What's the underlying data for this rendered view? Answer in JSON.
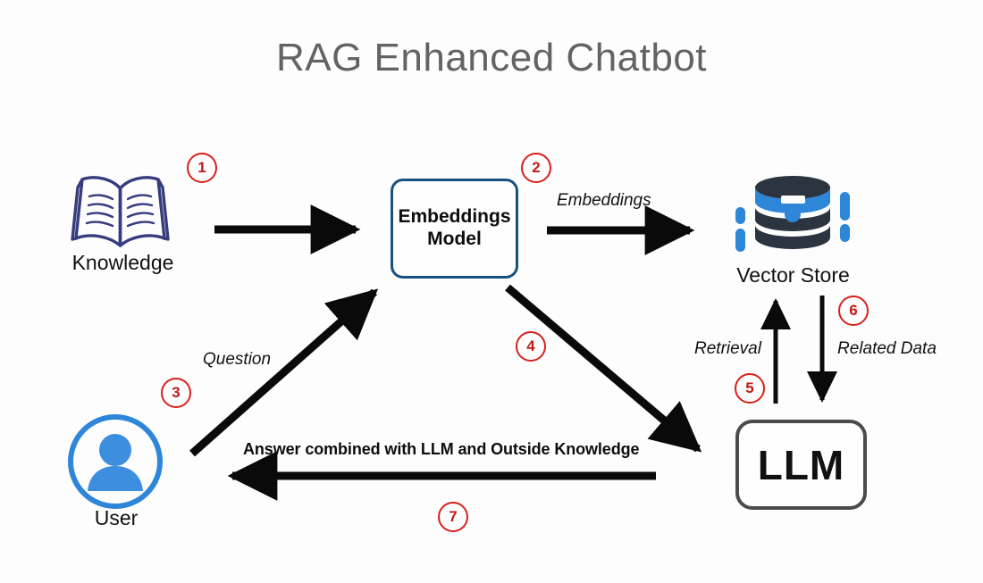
{
  "title": "RAG Enhanced Chatbot",
  "colors": {
    "background": "#fdfdfd",
    "title": "#636363",
    "badge_red": "#D8201B",
    "embeddings_border": "#16527E",
    "llm_border": "#4B4B4B",
    "book_navy": "#363C7E",
    "db_dark": "#2C3440",
    "db_blue": "#2E86D9",
    "user_blue": "#2E86D9",
    "arrow_black": "#0a0a0a"
  },
  "nodes": {
    "knowledge": {
      "label": "Knowledge",
      "icon": "open-book-icon"
    },
    "embeddings_model": {
      "label": "Embeddings\nModel",
      "line1": "Embeddings",
      "line2": "Model"
    },
    "vector_store": {
      "label": "Vector Store",
      "icon": "database-icon"
    },
    "llm": {
      "label": "LLM"
    },
    "user": {
      "label": "User",
      "icon": "user-avatar-icon"
    }
  },
  "edges": [
    {
      "id": 1,
      "label": "",
      "from": "knowledge",
      "to": "embeddings_model",
      "direction": "right"
    },
    {
      "id": 2,
      "label": "Embeddings",
      "from": "embeddings_model",
      "to": "vector_store",
      "direction": "right"
    },
    {
      "id": 3,
      "label": "Question",
      "from": "user",
      "to": "embeddings_model",
      "direction": "up-right"
    },
    {
      "id": 4,
      "label": "",
      "from": "embeddings_model",
      "to": "llm",
      "direction": "down-right"
    },
    {
      "id": 5,
      "label": "Retrieval",
      "from": "llm",
      "to": "vector_store",
      "direction": "up"
    },
    {
      "id": 6,
      "label": "Related Data",
      "from": "vector_store",
      "to": "llm",
      "direction": "down"
    },
    {
      "id": 7,
      "label": "Answer combined with LLM and Outside Knowledge",
      "from": "llm",
      "to": "user",
      "direction": "left"
    }
  ],
  "badges": {
    "b1": "1",
    "b2": "2",
    "b3": "3",
    "b4": "4",
    "b5": "5",
    "b6": "6",
    "b7": "7"
  },
  "edge_labels": {
    "embeddings": "Embeddings",
    "question": "Question",
    "retrieval": "Retrieval",
    "related_data": "Related Data",
    "answer": "Answer combined with LLM and Outside Knowledge"
  }
}
